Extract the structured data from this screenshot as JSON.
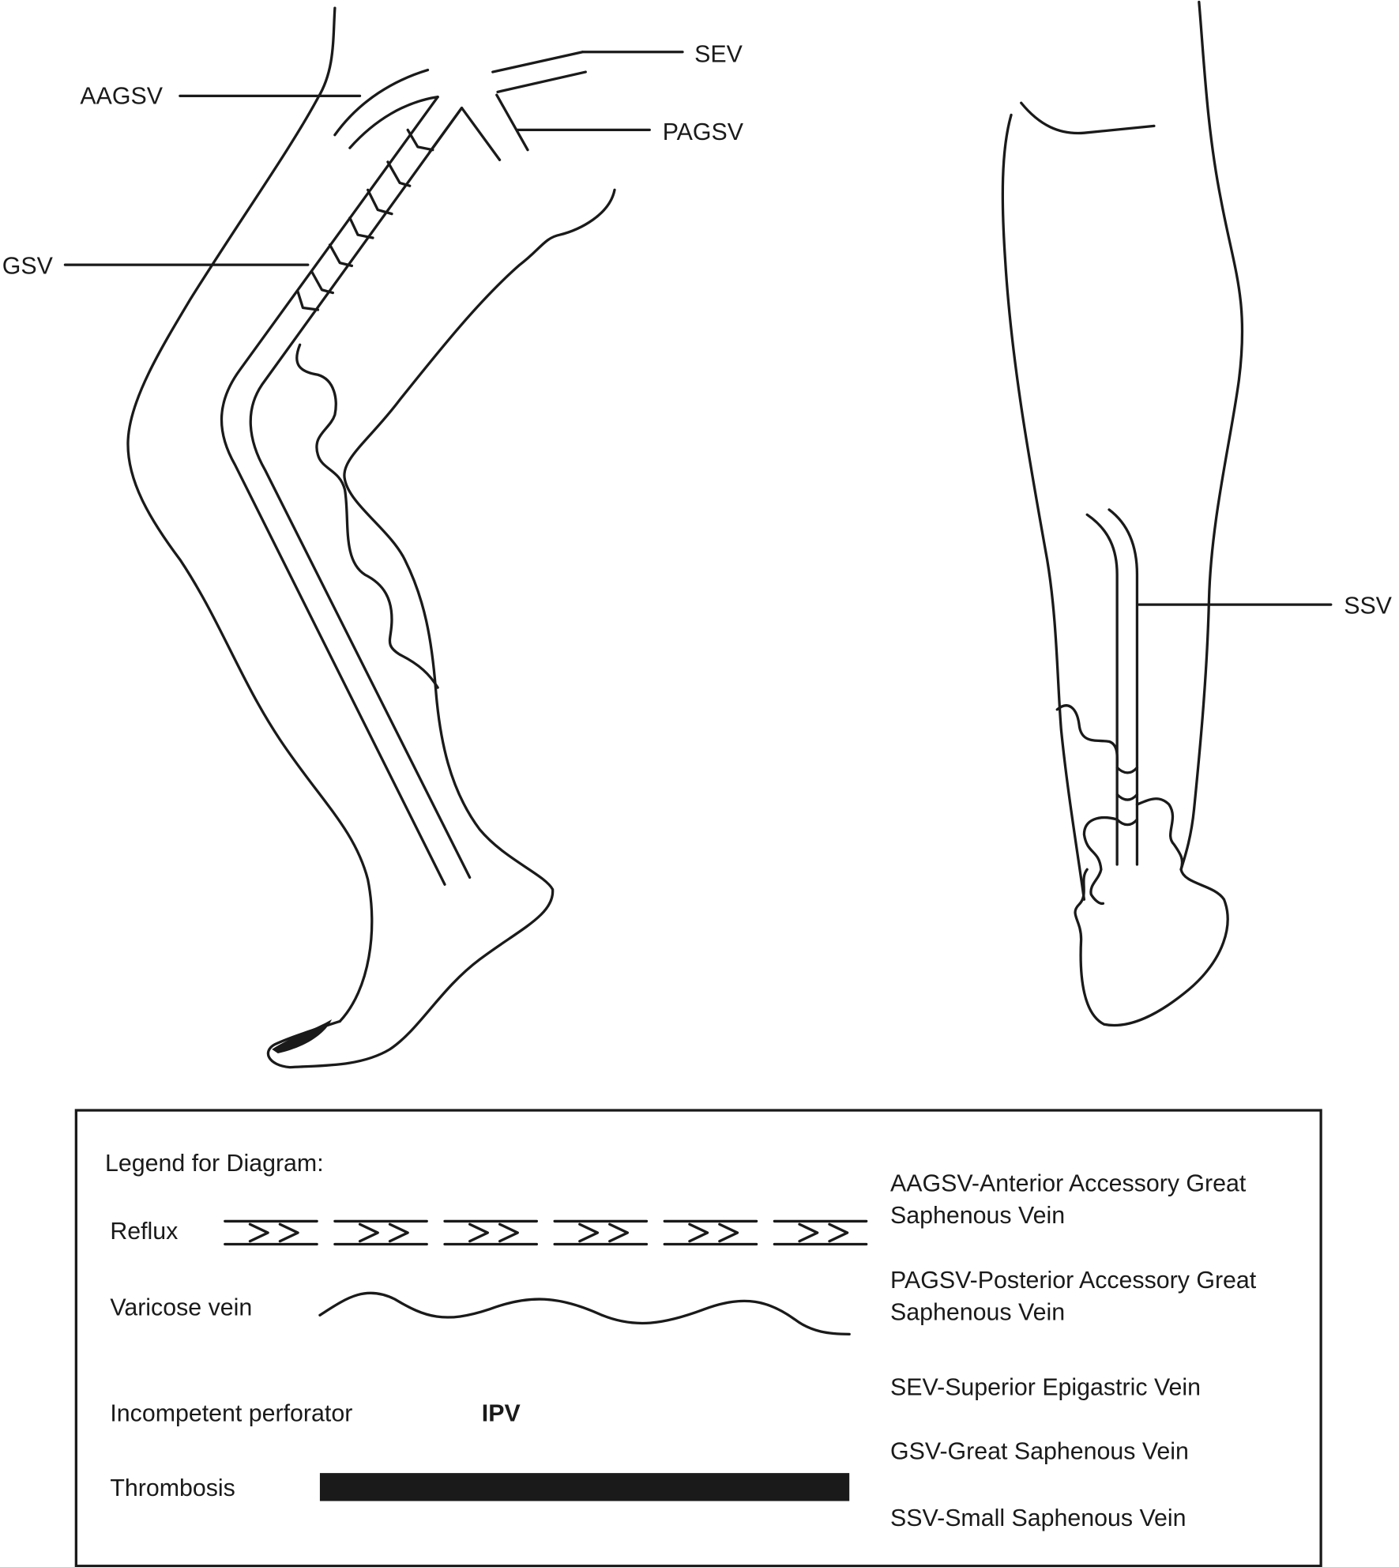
{
  "labels": {
    "sev": "SEV",
    "aagsv": "AAGSV",
    "pagsv": "PAGSV",
    "gsv": "GSV",
    "ssv": "SSV"
  },
  "legend": {
    "title": "Legend for Diagram:",
    "items": [
      {
        "label": "Reflux",
        "symbol": "double-line-chevrons"
      },
      {
        "label": "Varicose vein",
        "symbol": "wavy-line"
      },
      {
        "label": "Incompetent perforator",
        "symbol_text": "IPV"
      },
      {
        "label": "Thrombosis",
        "symbol": "solid-bar"
      }
    ],
    "definitions": [
      [
        "AAGSV-Anterior Accessory Great",
        "Saphenous Vein"
      ],
      [
        "PAGSV-Posterior Accessory Great",
        "Saphenous Vein"
      ],
      [
        "SEV-Superior Epigastric Vein"
      ],
      [
        "GSV-Great Saphenous Vein"
      ],
      [
        "SSV-Small Saphenous Vein"
      ]
    ]
  },
  "colors": {
    "ink": "#1a1a1a",
    "background": "#ffffff"
  }
}
